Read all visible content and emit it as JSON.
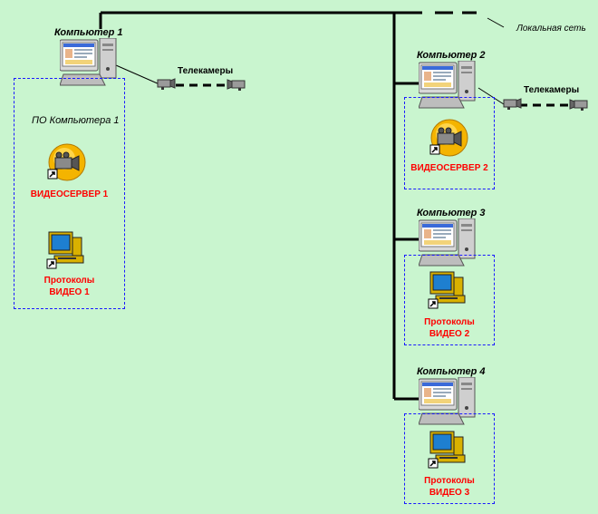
{
  "network": {
    "label": "Локальная сеть"
  },
  "computers": [
    {
      "label": "Компьютер 1",
      "software_label": "ПО Компьютера 1",
      "cameras_label": "Телекамеры",
      "apps": [
        {
          "type": "videoserver",
          "label": "ВИДЕОСЕРВЕР 1"
        },
        {
          "type": "protocols",
          "label": "Протоколы\nВИДЕО  1"
        }
      ]
    },
    {
      "label": "Компьютер 2",
      "cameras_label": "Телекамеры",
      "apps": [
        {
          "type": "videoserver",
          "label": "ВИДЕОСЕРВЕР 2"
        }
      ]
    },
    {
      "label": "Компьютер 3",
      "apps": [
        {
          "type": "protocols",
          "label": "Протоколы\nВИДЕО  2"
        }
      ]
    },
    {
      "label": "Компьютер 4",
      "apps": [
        {
          "type": "protocols",
          "label": "Протоколы\nВИДЕО  3"
        }
      ]
    }
  ],
  "colors": {
    "background": "#c9f5cf",
    "app_label": "#ff0000",
    "box_border": "#1a1aff",
    "line": "#000000"
  }
}
